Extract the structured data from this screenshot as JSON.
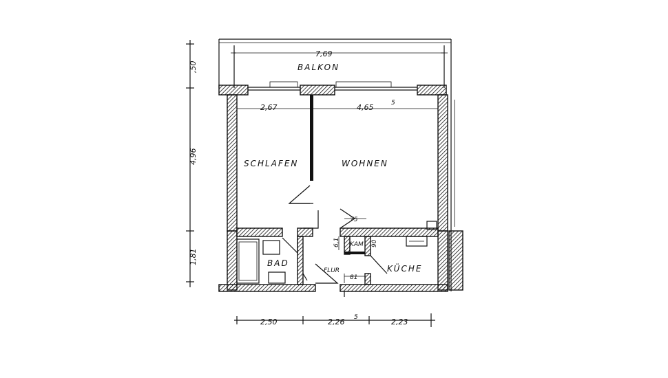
{
  "rooms": {
    "balkon": "BALKON",
    "schlafen": "SCHLAFEN",
    "wohnen": "WOHNEN",
    "bad": "BAD",
    "flur": "FLUR",
    "kueche": "KÜCHE",
    "kam": "KAM"
  },
  "dimensions": {
    "balkon_width": "7,69",
    "schlafen_width": "2,67",
    "wohnen_width": "4,65",
    "wohnen_width_sup": "5",
    "door_width": "75",
    "left_top": ",50",
    "left_mid": "4,96",
    "left_bottom": "1,81",
    "bottom_1": "2,50",
    "bottom_2": "2,26",
    "bottom_2_sup": "5",
    "bottom_3": "2,23",
    "kam_height": "6,1",
    "kam_side": "90",
    "flur_door": "81"
  }
}
